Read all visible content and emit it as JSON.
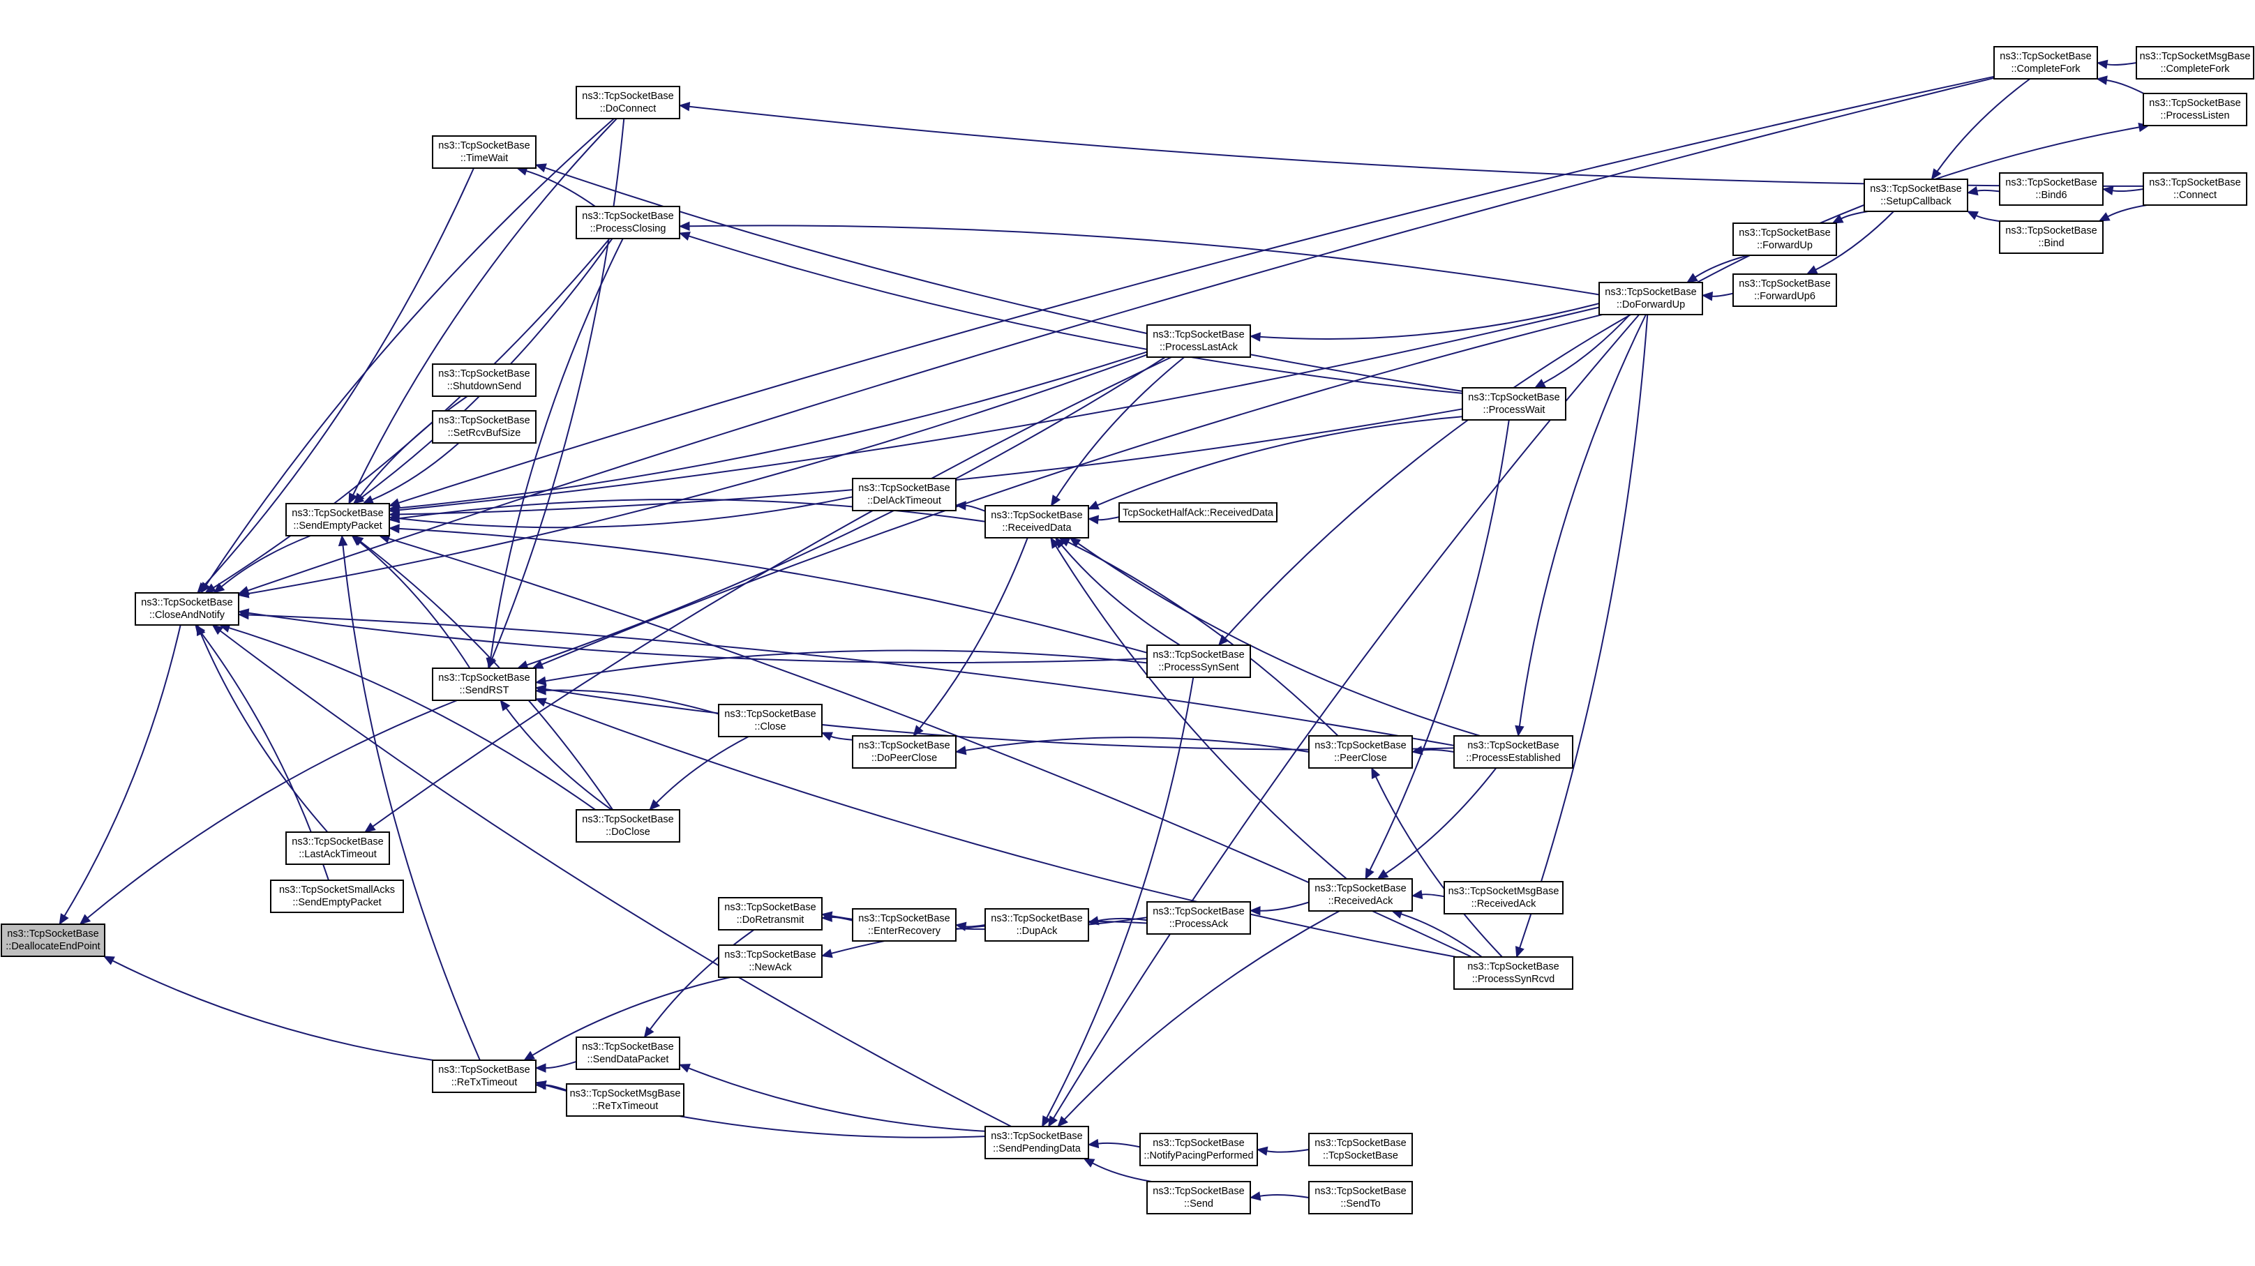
{
  "diagram": {
    "nodes": {
      "DeallocateEndPoint": {
        "line1": "ns3::TcpSocketBase",
        "line2": "::DeallocateEndPoint"
      },
      "CloseAndNotify": {
        "line1": "ns3::TcpSocketBase",
        "line2": "::CloseAndNotify"
      },
      "SendEmptyPacket": {
        "line1": "ns3::TcpSocketBase",
        "line2": "::SendEmptyPacket"
      },
      "SendRST": {
        "line1": "ns3::TcpSocketBase",
        "line2": "::SendRST"
      },
      "ReTxTimeout": {
        "line1": "ns3::TcpSocketBase",
        "line2": "::ReTxTimeout"
      },
      "LastAckTimeout": {
        "line1": "ns3::TcpSocketBase",
        "line2": "::LastAckTimeout"
      },
      "SmallAcksSendEmptyPacket": {
        "line1": "ns3::TcpSocketSmallAcks",
        "line2": "::SendEmptyPacket"
      },
      "ShutdownSend": {
        "line1": "ns3::TcpSocketBase",
        "line2": "::ShutdownSend"
      },
      "SetRcvBufSize": {
        "line1": "ns3::TcpSocketBase",
        "line2": "::SetRcvBufSize"
      },
      "TimeWait": {
        "line1": "ns3::TcpSocketBase",
        "line2": "::TimeWait"
      },
      "DoConnect": {
        "line1": "ns3::TcpSocketBase",
        "line2": "::DoConnect"
      },
      "ProcessClosing": {
        "line1": "ns3::TcpSocketBase",
        "line2": "::ProcessClosing"
      },
      "DoClose": {
        "line1": "ns3::TcpSocketBase",
        "line2": "::DoClose"
      },
      "Close": {
        "line1": "ns3::TcpSocketBase",
        "line2": "::Close"
      },
      "DoRetransmit": {
        "line1": "ns3::TcpSocketBase",
        "line2": "::DoRetransmit"
      },
      "NewAck": {
        "line1": "ns3::TcpSocketBase",
        "line2": "::NewAck"
      },
      "SendDataPacket": {
        "line1": "ns3::TcpSocketBase",
        "line2": "::SendDataPacket"
      },
      "MsgReTxTimeout": {
        "line1": "ns3::TcpSocketMsgBase",
        "line2": "::ReTxTimeout"
      },
      "DelAckTimeout": {
        "line1": "ns3::TcpSocketBase",
        "line2": "::DelAckTimeout"
      },
      "EnterRecovery": {
        "line1": "ns3::TcpSocketBase",
        "line2": "::EnterRecovery"
      },
      "ReceivedData": {
        "line1": "ns3::TcpSocketBase",
        "line2": "::ReceivedData"
      },
      "DoPeerClose": {
        "line1": "ns3::TcpSocketBase",
        "line2": "::DoPeerClose"
      },
      "DupAck": {
        "line1": "ns3::TcpSocketBase",
        "line2": "::DupAck"
      },
      "SendPendingData": {
        "line1": "ns3::TcpSocketBase",
        "line2": "::SendPendingData"
      },
      "ProcessLastAck": {
        "line1": "ns3::TcpSocketBase",
        "line2": "::ProcessLastAck"
      },
      "ProcessSynSent": {
        "line1": "ns3::TcpSocketBase",
        "line2": "::ProcessSynSent"
      },
      "ProcessAck": {
        "line1": "ns3::TcpSocketBase",
        "line2": "::ProcessAck"
      },
      "NotifyPacingPerformed": {
        "line1": "ns3::TcpSocketBase",
        "line2": "::NotifyPacingPerformed"
      },
      "Send": {
        "line1": "ns3::TcpSocketBase",
        "line2": "::Send"
      },
      "HalfAckReceivedData": {
        "line1": "TcpSocketHalfAck::ReceivedData",
        "line2": ""
      },
      "PeerClose": {
        "line1": "ns3::TcpSocketBase",
        "line2": "::PeerClose"
      },
      "ReceivedAck": {
        "line1": "ns3::TcpSocketBase",
        "line2": "::ReceivedAck"
      },
      "TcpSocketBaseCtor": {
        "line1": "ns3::TcpSocketBase",
        "line2": "::TcpSocketBase"
      },
      "SendTo": {
        "line1": "ns3::TcpSocketBase",
        "line2": "::SendTo"
      },
      "ProcessWait": {
        "line1": "ns3::TcpSocketBase",
        "line2": "::ProcessWait"
      },
      "ProcessEstablished": {
        "line1": "ns3::TcpSocketBase",
        "line2": "::ProcessEstablished"
      },
      "ProcessSynRcvd": {
        "line1": "ns3::TcpSocketBase",
        "line2": "::ProcessSynRcvd"
      },
      "MsgReceivedAck": {
        "line1": "ns3::TcpSocketMsgBase",
        "line2": "::ReceivedAck"
      },
      "DoForwardUp": {
        "line1": "ns3::TcpSocketBase",
        "line2": "::DoForwardUp"
      },
      "ForwardUp": {
        "line1": "ns3::TcpSocketBase",
        "line2": "::ForwardUp"
      },
      "ForwardUp6": {
        "line1": "ns3::TcpSocketBase",
        "line2": "::ForwardUp6"
      },
      "SetupCallback": {
        "line1": "ns3::TcpSocketBase",
        "line2": "::SetupCallback"
      },
      "Bind6": {
        "line1": "ns3::TcpSocketBase",
        "line2": "::Bind6"
      },
      "Bind": {
        "line1": "ns3::TcpSocketBase",
        "line2": "::Bind"
      },
      "CompleteFork": {
        "line1": "ns3::TcpSocketBase",
        "line2": "::CompleteFork"
      },
      "MsgCompleteFork": {
        "line1": "ns3::TcpSocketMsgBase",
        "line2": "::CompleteFork"
      },
      "ProcessListen": {
        "line1": "ns3::TcpSocketBase",
        "line2": "::ProcessListen"
      },
      "Connect": {
        "line1": "ns3::TcpSocketBase",
        "line2": "::Connect"
      }
    },
    "edges": [
      {
        "from": "CloseAndNotify",
        "to": "DeallocateEndPoint"
      },
      {
        "from": "SendRST",
        "to": "DeallocateEndPoint"
      },
      {
        "from": "ReTxTimeout",
        "to": "DeallocateEndPoint"
      },
      {
        "from": "SendEmptyPacket",
        "to": "CloseAndNotify"
      },
      {
        "from": "LastAckTimeout",
        "to": "CloseAndNotify"
      },
      {
        "from": "SmallAcksSendEmptyPacket",
        "to": "CloseAndNotify"
      },
      {
        "from": "TimeWait",
        "to": "CloseAndNotify"
      },
      {
        "from": "DoConnect",
        "to": "CloseAndNotify"
      },
      {
        "from": "ProcessClosing",
        "to": "CloseAndNotify"
      },
      {
        "from": "DoClose",
        "to": "CloseAndNotify"
      },
      {
        "from": "ProcessSynSent",
        "to": "CloseAndNotify"
      },
      {
        "from": "ProcessEstablished",
        "to": "CloseAndNotify"
      },
      {
        "from": "ProcessLastAck",
        "to": "CloseAndNotify"
      },
      {
        "from": "CompleteFork",
        "to": "CloseAndNotify"
      },
      {
        "from": "SendPendingData",
        "to": "CloseAndNotify"
      },
      {
        "from": "ShutdownSend",
        "to": "SendEmptyPacket"
      },
      {
        "from": "SetRcvBufSize",
        "to": "SendEmptyPacket"
      },
      {
        "from": "SendRST",
        "to": "SendEmptyPacket"
      },
      {
        "from": "ReTxTimeout",
        "to": "SendEmptyPacket"
      },
      {
        "from": "DoConnect",
        "to": "SendEmptyPacket"
      },
      {
        "from": "ProcessClosing",
        "to": "SendEmptyPacket"
      },
      {
        "from": "DoClose",
        "to": "SendEmptyPacket"
      },
      {
        "from": "DelAckTimeout",
        "to": "SendEmptyPacket"
      },
      {
        "from": "ReceivedData",
        "to": "SendEmptyPacket"
      },
      {
        "from": "ProcessLastAck",
        "to": "SendEmptyPacket"
      },
      {
        "from": "ProcessSynSent",
        "to": "SendEmptyPacket"
      },
      {
        "from": "ProcessWait",
        "to": "SendEmptyPacket"
      },
      {
        "from": "ProcessSynRcvd",
        "to": "SendEmptyPacket"
      },
      {
        "from": "DoForwardUp",
        "to": "SendEmptyPacket"
      },
      {
        "from": "CompleteFork",
        "to": "SendEmptyPacket"
      },
      {
        "from": "DoConnect",
        "to": "SendRST"
      },
      {
        "from": "ProcessClosing",
        "to": "SendRST"
      },
      {
        "from": "DoClose",
        "to": "SendRST"
      },
      {
        "from": "Close",
        "to": "SendRST"
      },
      {
        "from": "ProcessLastAck",
        "to": "SendRST"
      },
      {
        "from": "ProcessSynSent",
        "to": "SendRST"
      },
      {
        "from": "ProcessEstablished",
        "to": "SendRST"
      },
      {
        "from": "DoForwardUp",
        "to": "SendRST"
      },
      {
        "from": "ProcessSynRcvd",
        "to": "SendRST"
      },
      {
        "from": "ProcessClosing",
        "to": "TimeWait"
      },
      {
        "from": "ProcessWait",
        "to": "TimeWait"
      },
      {
        "from": "ProcessLastAck",
        "to": "LastAckTimeout"
      },
      {
        "from": "ProcessWait",
        "to": "ProcessClosing"
      },
      {
        "from": "DoForwardUp",
        "to": "ProcessClosing"
      },
      {
        "from": "Connect",
        "to": "DoConnect"
      },
      {
        "from": "Close",
        "to": "DoClose"
      },
      {
        "from": "DoPeerClose",
        "to": "Close"
      },
      {
        "from": "MsgReTxTimeout",
        "to": "ReTxTimeout"
      },
      {
        "from": "SendDataPacket",
        "to": "ReTxTimeout"
      },
      {
        "from": "NewAck",
        "to": "ReTxTimeout"
      },
      {
        "from": "SendPendingData",
        "to": "ReTxTimeout"
      },
      {
        "from": "DoRetransmit",
        "to": "SendDataPacket"
      },
      {
        "from": "SendPendingData",
        "to": "SendDataPacket"
      },
      {
        "from": "EnterRecovery",
        "to": "DoRetransmit"
      },
      {
        "from": "ProcessAck",
        "to": "DoRetransmit"
      },
      {
        "from": "ProcessAck",
        "to": "NewAck"
      },
      {
        "from": "DupAck",
        "to": "EnterRecovery"
      },
      {
        "from": "ProcessAck",
        "to": "DupAck"
      },
      {
        "from": "ReceivedAck",
        "to": "ProcessAck"
      },
      {
        "from": "ReceivedData",
        "to": "DelAckTimeout"
      },
      {
        "from": "HalfAckReceivedData",
        "to": "ReceivedData"
      },
      {
        "from": "ProcessLastAck",
        "to": "ReceivedData"
      },
      {
        "from": "ProcessSynSent",
        "to": "ReceivedData"
      },
      {
        "from": "PeerClose",
        "to": "ReceivedData"
      },
      {
        "from": "ReceivedAck",
        "to": "ReceivedData"
      },
      {
        "from": "ProcessWait",
        "to": "ReceivedData"
      },
      {
        "from": "ProcessEstablished",
        "to": "ReceivedData"
      },
      {
        "from": "PeerClose",
        "to": "DoPeerClose"
      },
      {
        "from": "ReceivedData",
        "to": "DoPeerClose"
      },
      {
        "from": "ProcessEstablished",
        "to": "PeerClose"
      },
      {
        "from": "ProcessSynRcvd",
        "to": "PeerClose"
      },
      {
        "from": "MsgReceivedAck",
        "to": "ReceivedAck"
      },
      {
        "from": "ProcessEstablished",
        "to": "ReceivedAck"
      },
      {
        "from": "ProcessSynRcvd",
        "to": "ReceivedAck"
      },
      {
        "from": "ProcessWait",
        "to": "ReceivedAck"
      },
      {
        "from": "NotifyPacingPerformed",
        "to": "SendPendingData"
      },
      {
        "from": "Send",
        "to": "SendPendingData"
      },
      {
        "from": "ReceivedAck",
        "to": "SendPendingData"
      },
      {
        "from": "ProcessSynSent",
        "to": "SendPendingData"
      },
      {
        "from": "DoForwardUp",
        "to": "SendPendingData"
      },
      {
        "from": "TcpSocketBaseCtor",
        "to": "NotifyPacingPerformed"
      },
      {
        "from": "SendTo",
        "to": "Send"
      },
      {
        "from": "DoForwardUp",
        "to": "ProcessLastAck"
      },
      {
        "from": "DoForwardUp",
        "to": "ProcessSynSent"
      },
      {
        "from": "DoForwardUp",
        "to": "ProcessWait"
      },
      {
        "from": "DoForwardUp",
        "to": "ProcessEstablished"
      },
      {
        "from": "DoForwardUp",
        "to": "ProcessSynRcvd"
      },
      {
        "from": "ForwardUp",
        "to": "DoForwardUp"
      },
      {
        "from": "ForwardUp6",
        "to": "DoForwardUp"
      },
      {
        "from": "SetupCallback",
        "to": "ForwardUp"
      },
      {
        "from": "SetupCallback",
        "to": "ForwardUp6"
      },
      {
        "from": "Bind6",
        "to": "SetupCallback"
      },
      {
        "from": "Bind",
        "to": "SetupCallback"
      },
      {
        "from": "CompleteFork",
        "to": "SetupCallback"
      },
      {
        "from": "Connect",
        "to": "Bind6"
      },
      {
        "from": "Connect",
        "to": "Bind"
      },
      {
        "from": "MsgCompleteFork",
        "to": "CompleteFork"
      },
      {
        "from": "ProcessListen",
        "to": "CompleteFork"
      },
      {
        "from": "DoForwardUp",
        "to": "ProcessListen"
      }
    ]
  }
}
